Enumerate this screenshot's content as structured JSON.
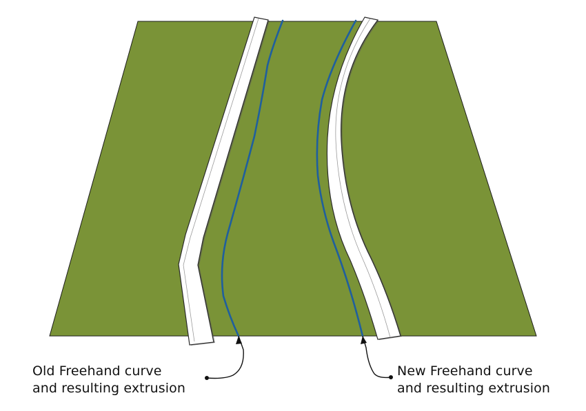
{
  "colors": {
    "ground": "#7a9337",
    "ground_edge": "#1c1c1c",
    "strip_fill": "#ffffff",
    "strip_edge": "#2a2a2a",
    "curve": "#1f5f9e",
    "leader": "#111111"
  },
  "labels": {
    "old": {
      "line1": "Old Freehand curve",
      "line2": "and resulting extrusion"
    },
    "new": {
      "line1": "New Freehand curve",
      "line2": "and resulting extrusion"
    }
  }
}
